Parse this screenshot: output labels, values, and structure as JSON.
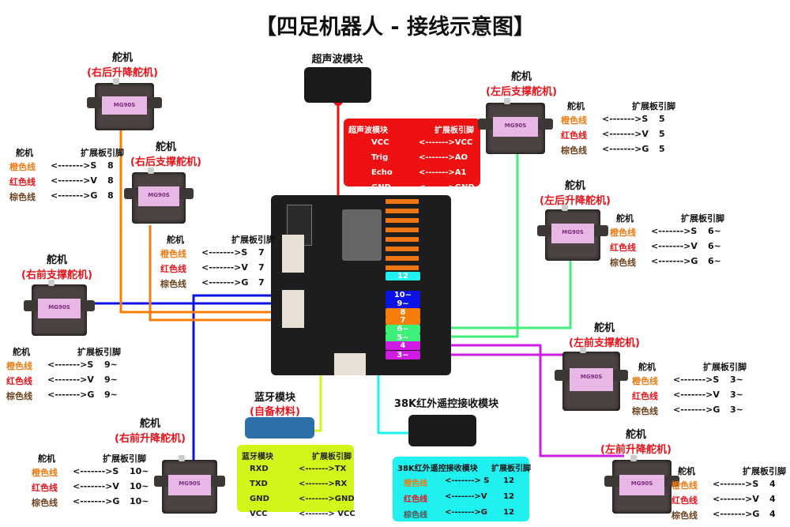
{
  "title": "【四足机器人 - 接线示意图】",
  "servo_word": "舵机",
  "header_left": "舵机",
  "header_right": "扩展板引脚",
  "wire_labels": [
    "橙色线",
    "红色线",
    "棕色线"
  ],
  "wire_pins": [
    "<------->S",
    "<------->V",
    "<------->G"
  ],
  "servo_sticker": "MG90S",
  "servos": [
    {
      "name": "(右后升降舵机)",
      "pins": [
        "8",
        "8",
        "8"
      ]
    },
    {
      "name": "(右后支撑舵机)",
      "pins": [
        "7",
        "7",
        "7"
      ]
    },
    {
      "name": "(右前支撑舵机)",
      "pins": [
        "9~",
        "9~",
        "9~"
      ]
    },
    {
      "name": "(右前升降舵机)",
      "pins": [
        "10~",
        "10~",
        "10~"
      ]
    },
    {
      "name": "(左后支撑舵机)",
      "pins": [
        "5",
        "5",
        "5"
      ]
    },
    {
      "name": "(左后升降舵机)",
      "pins": [
        "6~",
        "6~",
        "6~"
      ]
    },
    {
      "name": "(左前支撑舵机)",
      "pins": [
        "3~",
        "3~",
        "3~"
      ]
    },
    {
      "name": "(左前升降舵机)",
      "pins": [
        "4",
        "4",
        "4"
      ]
    }
  ],
  "ultrasonic": {
    "label": "超声波模块",
    "h1": "超声波模块",
    "h2": "扩展板引脚",
    "rows": [
      [
        "VCC",
        "<------->VCC"
      ],
      [
        "Trig",
        "<------->AO"
      ],
      [
        "Echo",
        "<------->A1"
      ],
      [
        "GND",
        "<------->GND"
      ]
    ]
  },
  "bluetooth": {
    "label": "蓝牙模块",
    "sub": "(自备材料)",
    "h1": "蓝牙模块",
    "h2": "扩展板引脚",
    "rows": [
      [
        "RXD",
        "<------->TX"
      ],
      [
        "TXD",
        "<------->RX"
      ],
      [
        "GND",
        "<------->GND"
      ],
      [
        "VCC",
        "<-------> VCC"
      ]
    ]
  },
  "ir": {
    "label": "38K红外遥控接收模块",
    "h1": "38K红外遥控接收模块",
    "h2": "扩展板引脚",
    "rows": [
      [
        "橙色线",
        "<-------> S",
        "12"
      ],
      [
        "红色线",
        "<------->V",
        "12"
      ],
      [
        "棕色线",
        "<------->G",
        "12"
      ]
    ]
  },
  "board_pins": [
    "12",
    "10~",
    "9~",
    "8",
    "7",
    "6~",
    "5~",
    "4",
    "3~"
  ],
  "colors": {
    "red": "#ee1111",
    "lime": "#d4f51a",
    "cyan": "#1ff0f0",
    "blue": "#0a12e6",
    "orange": "#f77d0a",
    "green": "#3cf07a",
    "magenta": "#d21ae6"
  }
}
